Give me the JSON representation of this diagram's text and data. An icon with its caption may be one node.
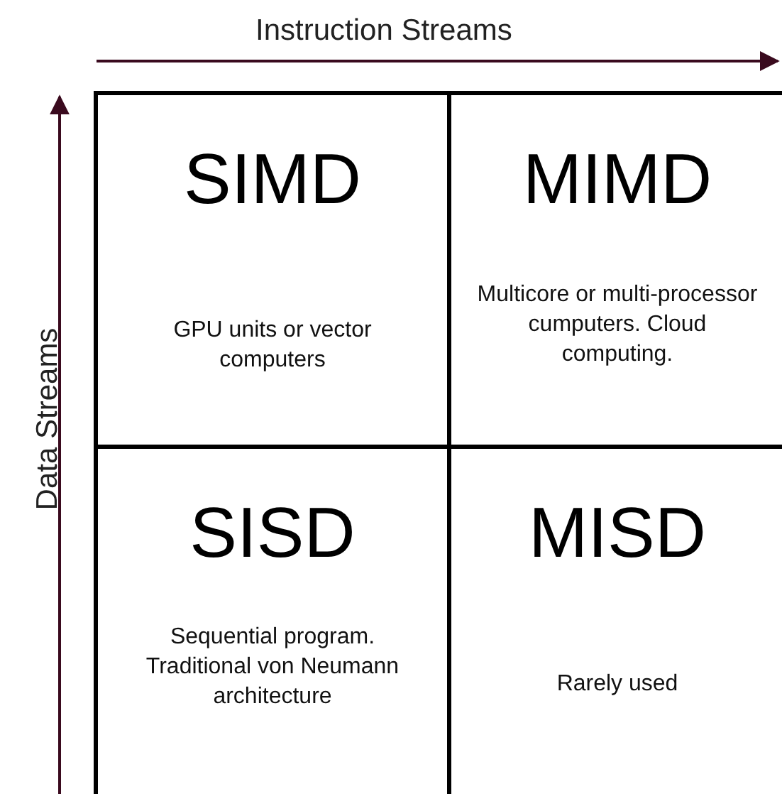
{
  "diagram": {
    "nodes": [
      {
        "text": [
          "SIMD",
          "GPU units or vector computers"
        ]
      },
      {
        "text": [
          "MIMD",
          "Multicore or multi-processor cumputers. Cloud computing."
        ]
      },
      {
        "text": [
          "SISD",
          "Sequential program. Traditional von Neumann architecture"
        ]
      },
      {
        "text": [
          "MISD",
          "Rarely used"
        ]
      }
    ],
    "edges": [],
    "labels": [
      "Instruction Streams",
      "Data Streams"
    ]
  }
}
